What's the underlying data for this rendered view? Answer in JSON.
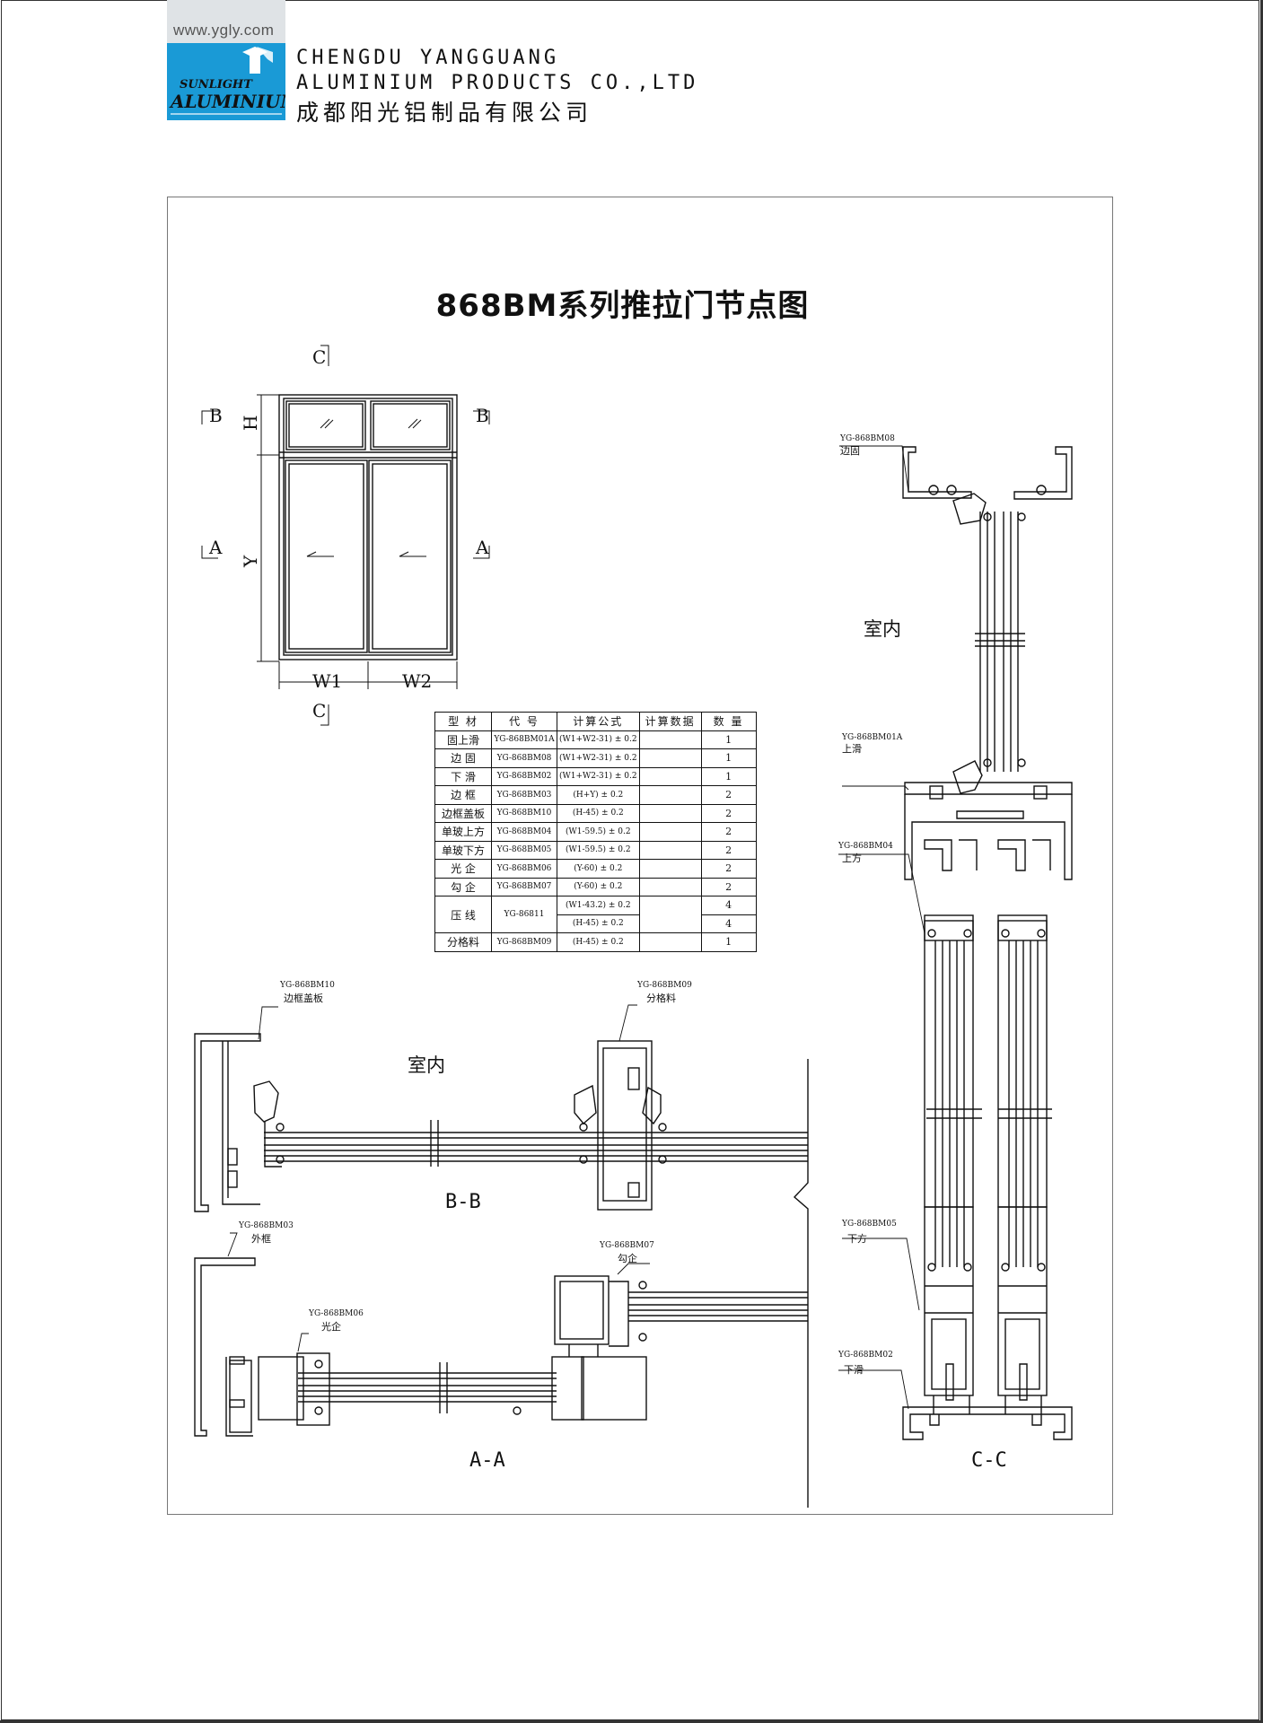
{
  "header": {
    "url": "www.ygly.com",
    "logo_line1": "SUNLIGHT",
    "logo_line2": "ALUMINIUM",
    "company_en_line1": "CHENGDU YANGGUANG",
    "company_en_line2": "ALUMINIUM PRODUCTS CO.,LTD",
    "company_cn": "成都阳光铝制品有限公司"
  },
  "title": "868BM系列推拉门节点图",
  "elevation": {
    "section_c": "C",
    "section_b": "B",
    "section_a": "A",
    "dim_h": "H",
    "dim_y": "Y",
    "dim_w1": "W1",
    "dim_w2": "W2"
  },
  "table": {
    "headers": [
      "型 材",
      "代 号",
      "计算公式",
      "计算数据",
      "数 量"
    ],
    "rows": [
      {
        "name": "固上滑",
        "code": "YG-868BM01A",
        "formula": "(W1+W2-31) ± 0.2",
        "data": "",
        "qty": "1"
      },
      {
        "name": "边 固",
        "code": "YG-868BM08",
        "formula": "(W1+W2-31) ± 0.2",
        "data": "",
        "qty": "1"
      },
      {
        "name": "下 滑",
        "code": "YG-868BM02",
        "formula": "(W1+W2-31) ± 0.2",
        "data": "",
        "qty": "1"
      },
      {
        "name": "边 框",
        "code": "YG-868BM03",
        "formula": "(H+Y) ± 0.2",
        "data": "",
        "qty": "2"
      },
      {
        "name": "边框盖板",
        "code": "YG-868BM10",
        "formula": "(H-45) ± 0.2",
        "data": "",
        "qty": "2"
      },
      {
        "name": "单玻上方",
        "code": "YG-868BM04",
        "formula": "(W1-59.5) ± 0.2",
        "data": "",
        "qty": "2"
      },
      {
        "name": "单玻下方",
        "code": "YG-868BM05",
        "formula": "(W1-59.5) ± 0.2",
        "data": "",
        "qty": "2"
      },
      {
        "name": "光 企",
        "code": "YG-868BM06",
        "formula": "(Y-60) ± 0.2",
        "data": "",
        "qty": "2"
      },
      {
        "name": "勾 企",
        "code": "YG-868BM07",
        "formula": "(Y-60) ± 0.2",
        "data": "",
        "qty": "2"
      },
      {
        "name": "压 线",
        "code": "YG-86811",
        "formula": "(W1-43.2) ± 0.2",
        "formula2": "(H-45) ± 0.2",
        "data": "",
        "qty": "4",
        "qty2": "4"
      },
      {
        "name": "分格料",
        "code": "YG-868BM09",
        "formula": "(H-45) ± 0.2",
        "data": "",
        "qty": "1"
      }
    ]
  },
  "sections": {
    "bb_label": "B-B",
    "aa_label": "A-A",
    "cc_label": "C-C",
    "indoor": "室内",
    "callouts": {
      "bm08_code": "YG-868BM08",
      "bm08_name": "边固",
      "bm01a_code": "YG-868BM01A",
      "bm01a_name": "上滑",
      "bm04_code": "YG-868BM04",
      "bm04_name": "上方",
      "bm05_code": "YG-868BM05",
      "bm05_name": "下方",
      "bm02_code": "YG-868BM02",
      "bm02_name": "下滑",
      "bm10_code": "YG-868BM10",
      "bm10_name": "边框盖板",
      "bm09_code": "YG-868BM09",
      "bm09_name": "分格料",
      "bm03_code": "YG-868BM03",
      "bm03_name": "外框",
      "bm07_code": "YG-868BM07",
      "bm07_name": "勾企",
      "bm06_code": "YG-868BM06",
      "bm06_name": "光企"
    }
  },
  "colors": {
    "logo_blue": "#1a9ad6",
    "line": "#111111"
  }
}
